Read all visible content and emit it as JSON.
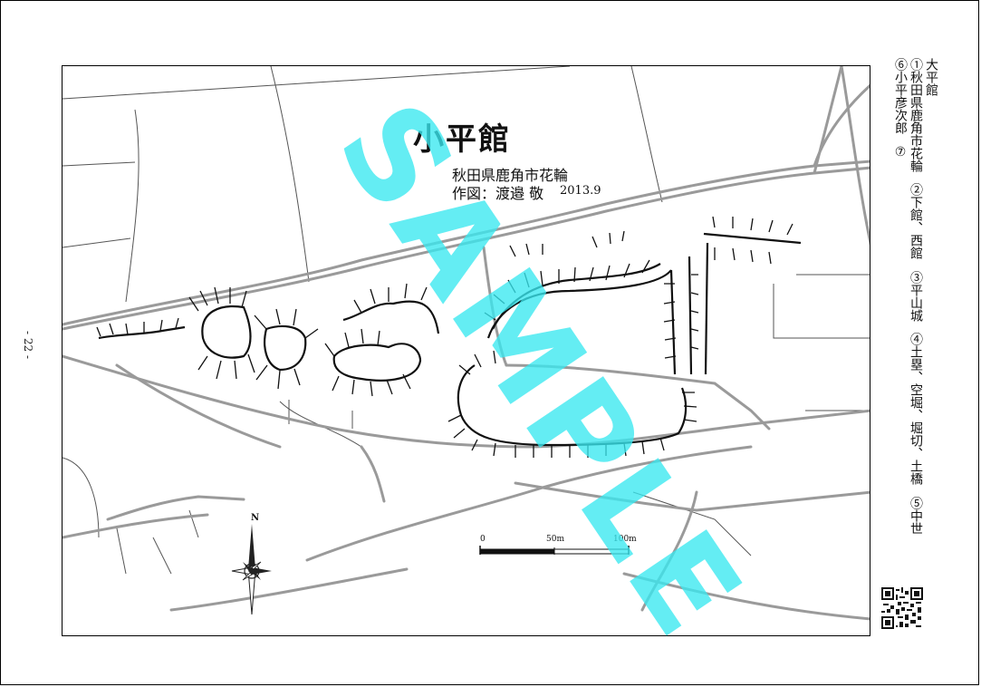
{
  "map": {
    "title": "小平館",
    "location": "秋田県鹿角市花輪",
    "author": "作図：渡邉 敬",
    "date": "2013.9",
    "scale": {
      "zero": "0",
      "mid": "50m",
      "end": "100m"
    },
    "north_label": "N"
  },
  "page": {
    "number": "- 22 -"
  },
  "side_info": {
    "line1": "大平館",
    "line2": [
      "①秋田県鹿角市花輪",
      "②下館、西館",
      "③平山城",
      "④土塁、空堀、堀切、土橋",
      "⑤中世"
    ],
    "line3": [
      "⑥小平彦次郎",
      "⑦"
    ]
  },
  "watermark": "SAMPLE",
  "colors": {
    "watermark": "#38e8f0",
    "road": "#9a9a9a",
    "ink": "#111111"
  },
  "icons": {
    "compass": "compass-rose-icon",
    "qr": "qr-code-icon"
  }
}
